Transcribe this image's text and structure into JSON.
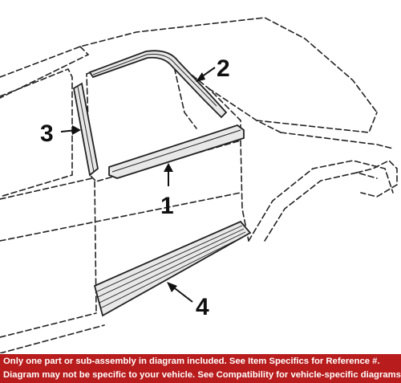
{
  "diagram": {
    "callouts": [
      {
        "id": "1",
        "label": "1"
      },
      {
        "id": "2",
        "label": "2"
      },
      {
        "id": "3",
        "label": "3"
      },
      {
        "id": "4",
        "label": "4"
      }
    ],
    "colors": {
      "line": "#222222",
      "part_fill": "#e8e8e8",
      "footer_bg": "#b81c1c",
      "footer_text": "#ffffff"
    }
  },
  "footer": {
    "line1": "Only one part or sub-assembly in diagram included. See Item Specifics for Reference #.",
    "line2": "Diagram may not be specific to your vehicle. See Compatibility for vehicle-specific diagrams."
  }
}
